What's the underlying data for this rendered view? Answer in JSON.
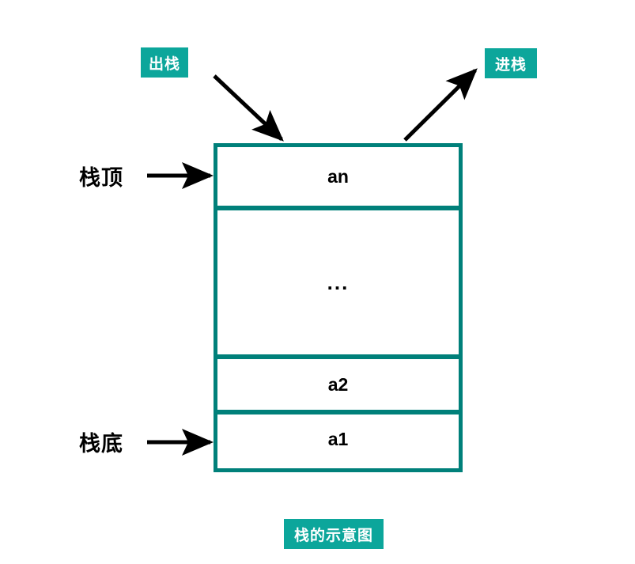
{
  "diagram": {
    "title": "栈的示意图",
    "colors": {
      "badge_teal": "#0CA69B",
      "border_teal": "#00807A",
      "arrow_black": "#000000",
      "background": "#FFFFFF",
      "text_black": "#000000",
      "badge_text": "#FFFFFF"
    },
    "badges": {
      "pop": "出栈",
      "push": "进栈",
      "caption": "栈的示意图"
    },
    "side_labels": {
      "top": "栈顶",
      "bottom": "栈底"
    },
    "stack_cells": [
      {
        "label": "an"
      },
      {
        "label": "..."
      },
      {
        "label": "a2"
      },
      {
        "label": "a1"
      }
    ],
    "arrows": [
      {
        "name": "pop-arrow",
        "direction": "down-right",
        "from": "出栈",
        "to": "stack-top"
      },
      {
        "name": "push-arrow",
        "direction": "up-right",
        "from": "stack-top",
        "to": "进栈"
      },
      {
        "name": "stack-top-pointer",
        "direction": "right",
        "to": "an"
      },
      {
        "name": "stack-bottom-pointer",
        "direction": "right",
        "to": "a1"
      }
    ]
  }
}
